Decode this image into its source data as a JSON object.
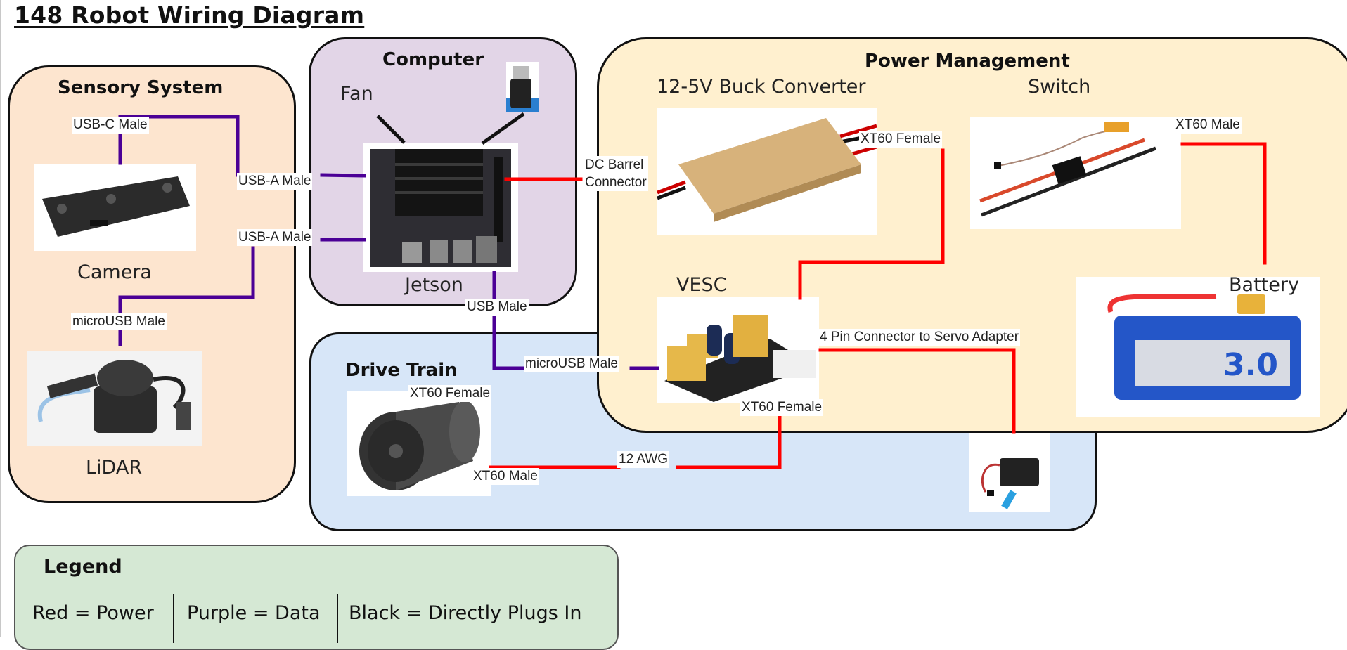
{
  "title": "148 Robot Wiring Diagram",
  "colors": {
    "power_wire": "#ff0000",
    "data_wire": "#4b0096",
    "direct_plug": "#111111",
    "sensory_fill": "#fde5cf",
    "computer_fill": "#e2d5e7",
    "power_fill": "#fff0cf",
    "drive_fill": "#d7e6f8",
    "legend_fill": "#d5e8d4"
  },
  "groups": {
    "sensory": {
      "title": "Sensory System",
      "components": {
        "camera": "Camera",
        "lidar": "LiDAR"
      }
    },
    "computer": {
      "title": "Computer",
      "components": {
        "fan": "Fan",
        "jetson": "Jetson",
        "wifi_adapter": ""
      }
    },
    "power": {
      "title": "Power Management",
      "components": {
        "buck": "12-5V Buck Converter",
        "switch": "Switch",
        "vesc": "VESC",
        "battery": "Battery"
      }
    },
    "drive": {
      "title": "Drive Train",
      "components": {
        "motor": "",
        "servo": ""
      }
    }
  },
  "connector_labels": {
    "camera_usbc": "USB-C Male",
    "camera_usba": "USB-A Male",
    "lidar_usba": "USB-A Male",
    "lidar_microusb": "microUSB Male",
    "jetson_dc_barrel": "DC Barrel Connector",
    "jetson_dc_barrel_line1": "DC Barrel",
    "jetson_dc_barrel_line2": "Connector",
    "buck_xt60": "XT60 Female",
    "switch_xt60": "XT60 Male",
    "jetson_usb": "USB Male",
    "vesc_microusb": "microUSB Male",
    "vesc_servo": "4 Pin Connector to Servo Adapter",
    "vesc_xt60": "XT60 Female",
    "motor_xt60_female": "XT60 Female",
    "motor_xt60_male": "XT60 Male",
    "motor_wire_gauge": "12 AWG"
  },
  "connections": [
    {
      "from": "camera",
      "to": "jetson",
      "type": "data",
      "labels": [
        "USB-C Male",
        "USB-A Male"
      ]
    },
    {
      "from": "lidar",
      "to": "jetson",
      "type": "data",
      "labels": [
        "microUSB Male",
        "USB-A Male"
      ]
    },
    {
      "from": "fan",
      "to": "jetson",
      "type": "direct"
    },
    {
      "from": "wifi_adapter",
      "to": "jetson",
      "type": "direct"
    },
    {
      "from": "buck",
      "to": "jetson",
      "type": "power",
      "labels": [
        "DC Barrel Connector"
      ]
    },
    {
      "from": "buck",
      "to": "vesc",
      "type": "power",
      "labels": [
        "XT60 Female"
      ]
    },
    {
      "from": "switch",
      "to": "battery",
      "type": "power",
      "labels": [
        "XT60 Male"
      ]
    },
    {
      "from": "jetson",
      "to": "vesc",
      "type": "data",
      "labels": [
        "USB Male",
        "microUSB Male"
      ]
    },
    {
      "from": "vesc",
      "to": "servo",
      "type": "power",
      "labels": [
        "4 Pin Connector to Servo Adapter"
      ]
    },
    {
      "from": "vesc",
      "to": "motor",
      "type": "power",
      "labels": [
        "XT60 Female",
        "12 AWG",
        "XT60 Male"
      ]
    }
  ],
  "legend": {
    "title": "Legend",
    "items": [
      "Red = Power",
      "Purple = Data",
      "Black = Directly Plugs In"
    ]
  }
}
